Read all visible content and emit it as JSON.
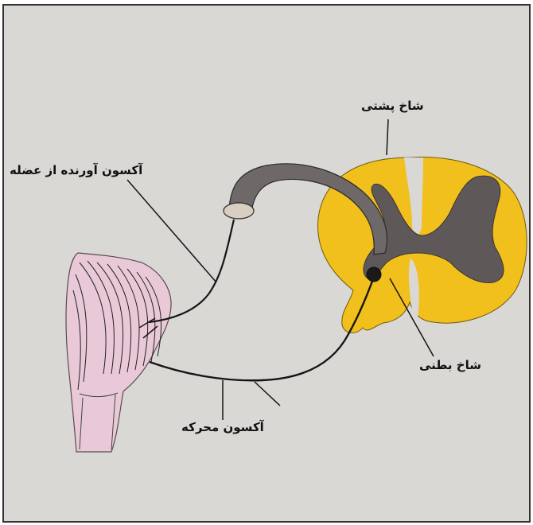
{
  "labels": {
    "dorsal_horn": "شاخ پشتی",
    "afferent_axon": "آکسون آورنده از عضله",
    "ventral_horn": "شاخ بطنی",
    "motor_axon": "آکسون محرکه"
  },
  "colors": {
    "paper": "#d9d8d4",
    "grey_matter": "#5f5859",
    "white_matter": "#f2c01c",
    "muscle": "#e9c9d8",
    "line": "#151515"
  }
}
